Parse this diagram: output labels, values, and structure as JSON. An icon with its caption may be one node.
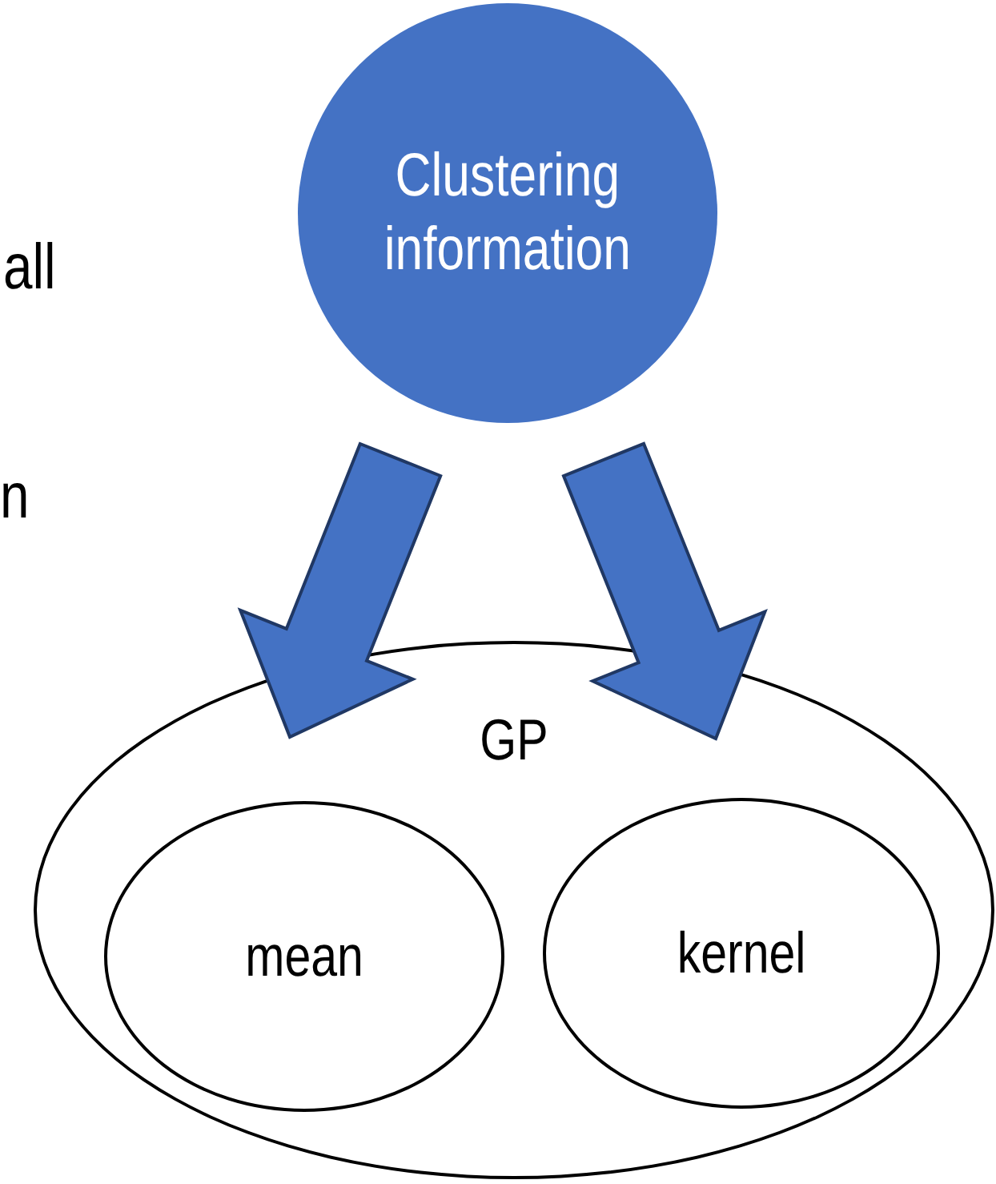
{
  "diagram": {
    "nodes": [
      {
        "text": [
          "Clustering information"
        ]
      },
      {
        "text": [
          "GP"
        ]
      },
      {
        "text": [
          "mean"
        ],
        "in": 1
      },
      {
        "text": [
          "kernel"
        ],
        "in": 1
      }
    ],
    "edges": [
      {
        "from": 0,
        "to": 1,
        "arrow": "to"
      },
      {
        "from": 0,
        "to": 1,
        "arrow": "to"
      }
    ],
    "labels": [
      "all",
      "n"
    ]
  }
}
